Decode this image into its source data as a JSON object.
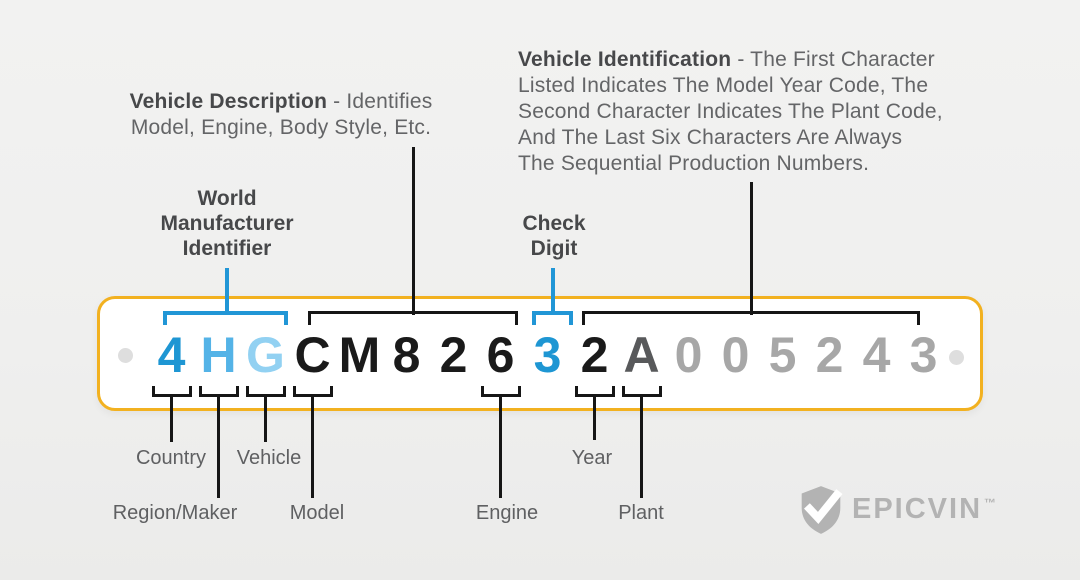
{
  "annotations": {
    "vehicle_description": {
      "title": "Vehicle Description",
      "line1_rest": " - Identifies",
      "line2": "Model, Engine, Body Style, Etc."
    },
    "vehicle_identification": {
      "title": "Vehicle Identification",
      "line1_rest": " - The First Character",
      "lines": [
        "Listed Indicates The Model Year Code, The",
        "Second Character Indicates The Plant Code,",
        "And The Last Six Characters Are Always",
        "The Sequential Production Numbers."
      ]
    },
    "wmi": {
      "lines": [
        "World",
        "Manufacturer",
        "Identifier"
      ]
    },
    "check_digit": {
      "lines": [
        "Check",
        "Digit"
      ]
    }
  },
  "vin": {
    "value": "4HGCM82632A005243",
    "chars": [
      {
        "char": "4",
        "color": "#1e96d3"
      },
      {
        "char": "H",
        "color": "#54b3e7"
      },
      {
        "char": "G",
        "color": "#92d1f2"
      },
      {
        "char": "C",
        "color": "#1a1a1a"
      },
      {
        "char": "M",
        "color": "#1a1a1a"
      },
      {
        "char": "8",
        "color": "#1a1a1a"
      },
      {
        "char": "2",
        "color": "#1a1a1a"
      },
      {
        "char": "6",
        "color": "#1a1a1a"
      },
      {
        "char": "3",
        "color": "#1e96d3"
      },
      {
        "char": "2",
        "color": "#1a1a1a"
      },
      {
        "char": "A",
        "color": "#58595b"
      },
      {
        "char": "0",
        "color": "#a7a7a7"
      },
      {
        "char": "0",
        "color": "#a7a7a7"
      },
      {
        "char": "5",
        "color": "#a7a7a7"
      },
      {
        "char": "2",
        "color": "#a7a7a7"
      },
      {
        "char": "4",
        "color": "#a7a7a7"
      },
      {
        "char": "3",
        "color": "#a7a7a7"
      }
    ]
  },
  "position_labels": {
    "country": "Country",
    "region_maker": "Region/Maker",
    "vehicle": "Vehicle",
    "model": "Model",
    "engine": "Engine",
    "year": "Year",
    "plant": "Plant"
  },
  "logo": {
    "text": "EPICVIN",
    "tm": "™"
  },
  "colors": {
    "accent_blue": "#2196d6",
    "plate_border_orange": "#f2b120",
    "connector_black": "#161616",
    "logo_gray": "#b3b3b3"
  }
}
